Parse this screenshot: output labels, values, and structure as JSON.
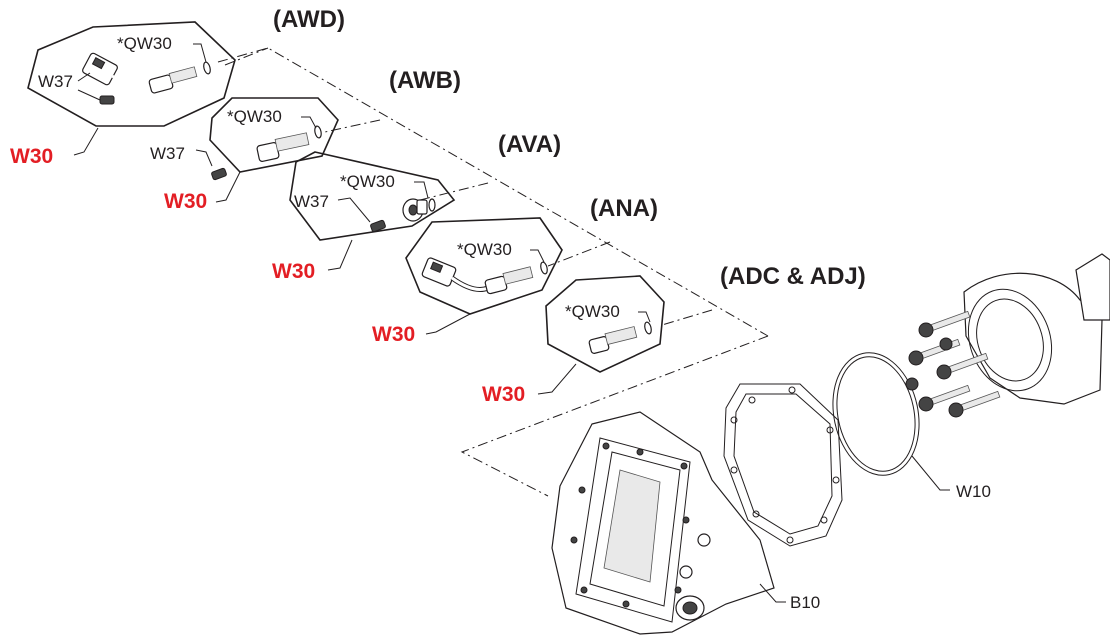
{
  "variants": {
    "awd": "(AWD)",
    "awb": "(AWB)",
    "ava": "(AVA)",
    "ana": "(ANA)",
    "adc": "(ADC & ADJ)"
  },
  "labels": {
    "qw30": "*QW30",
    "w37": "W37",
    "w30": "W30",
    "w10": "W10",
    "b10": "B10"
  },
  "colors": {
    "highlight": "#e31e24",
    "line": "#231f20"
  }
}
